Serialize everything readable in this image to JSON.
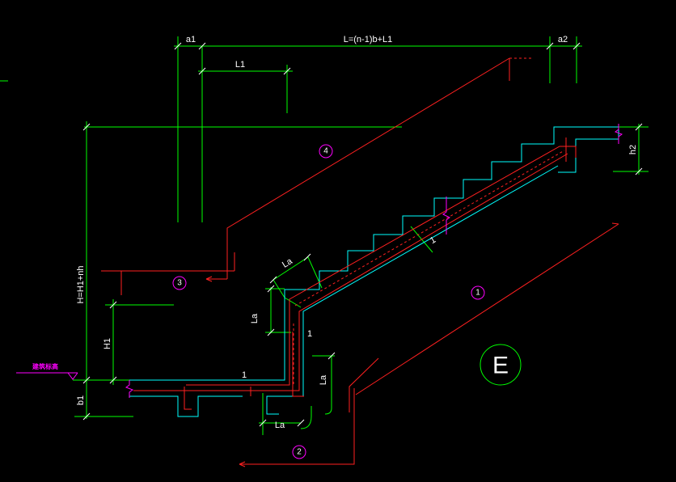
{
  "drawing": {
    "dimensions": {
      "a1": "a1",
      "total_length": "L=(n-1)b+L1",
      "a2": "a2",
      "L1": "L1",
      "total_height": "H=H1+nh",
      "H1": "H1",
      "b1": "b1",
      "h2": "h2"
    },
    "anchorage": [
      "La",
      "La",
      "La",
      "La"
    ],
    "marks": [
      "1",
      "1",
      "1"
    ],
    "elevation_label": "建筑标高",
    "callouts": {
      "c4": "4",
      "c3": "3",
      "c1": "1",
      "c2": "2"
    },
    "section_mark": "E"
  },
  "colors": {
    "background": "#000000",
    "dimension": "#00ff00",
    "rebar": "#ff2020",
    "concrete_outline": "#00ffff",
    "callout": "#ff00ff",
    "text": "#ffffff"
  }
}
